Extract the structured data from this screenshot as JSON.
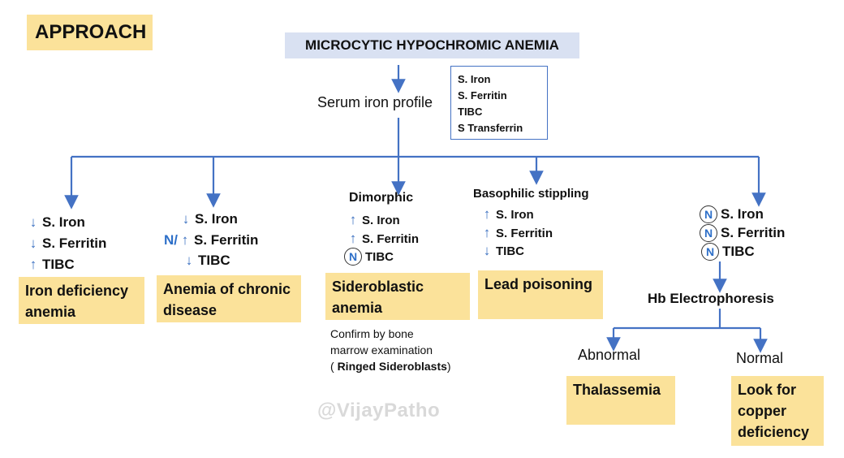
{
  "approach_label": "APPROACH",
  "title": "MICROCYTIC HYPOCHROMIC ANEMIA",
  "serum_iron_profile": "Serum iron profile",
  "profile_tests": [
    "S. Iron",
    "S. Ferritin",
    "TIBC",
    "S Transferrin"
  ],
  "branches": {
    "iron_deficiency": {
      "rows": [
        {
          "indicator": "down",
          "label": "S. Iron"
        },
        {
          "indicator": "down",
          "label": "S. Ferritin"
        },
        {
          "indicator": "up",
          "label": "TIBC"
        }
      ],
      "diagnosis": [
        "Iron deficiency",
        "anemia"
      ]
    },
    "chronic_disease": {
      "rows": [
        {
          "indicator": "down",
          "label": "S. Iron"
        },
        {
          "indicator": "N/up",
          "label": "S. Ferritin"
        },
        {
          "indicator": "down",
          "label": "TIBC"
        }
      ],
      "diagnosis": [
        "Anemia of chronic",
        "disease"
      ]
    },
    "sideroblastic": {
      "heading": "Dimorphic",
      "rows": [
        {
          "indicator": "up",
          "label": "S. Iron"
        },
        {
          "indicator": "up",
          "label": "S. Ferritin"
        },
        {
          "indicator": "N",
          "label": "TIBC"
        }
      ],
      "diagnosis": [
        "Sideroblastic",
        "anemia"
      ],
      "note_lines": [
        "Confirm by bone",
        "marrow examination"
      ],
      "note_open": "( ",
      "note_bold": "Ringed Sideroblasts",
      "note_close": ")"
    },
    "lead": {
      "heading": "Basophilic stippling",
      "rows": [
        {
          "indicator": "up",
          "label": "S. Iron"
        },
        {
          "indicator": "up",
          "label": "S. Ferritin"
        },
        {
          "indicator": "down",
          "label": "TIBC"
        }
      ],
      "diagnosis": [
        "Lead poisoning"
      ]
    },
    "normal_profile": {
      "rows": [
        {
          "indicator": "N",
          "label": "S. Iron"
        },
        {
          "indicator": "N",
          "label": "S. Ferritin"
        },
        {
          "indicator": "N",
          "label": "TIBC"
        }
      ],
      "next": "Hb Electrophoresis",
      "abnormal": "Abnormal",
      "normal": "Normal",
      "abnormal_dx": [
        "Thalassemia"
      ],
      "normal_dx": [
        "Look for",
        "copper",
        "deficiency"
      ]
    }
  },
  "watermark": "@VijayPatho",
  "colors": {
    "arrow": "#4472c4",
    "highlight": "#fbe29a",
    "title_bg": "#d9e1f2",
    "n_circle_text": "#2d6fc8"
  }
}
